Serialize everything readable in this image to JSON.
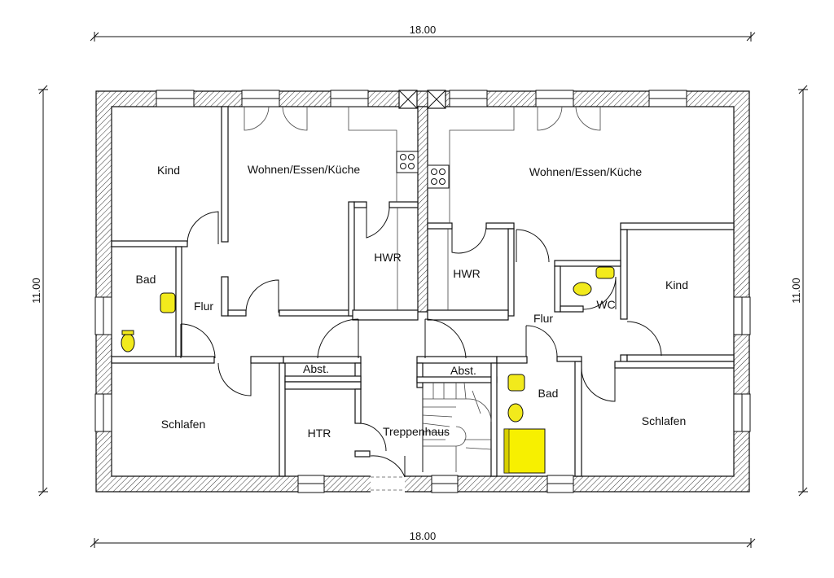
{
  "dimensions": {
    "top": "18.00",
    "bottom": "18.00",
    "left": "11.00",
    "right": "11.00"
  },
  "rooms": {
    "kind_left": "Kind",
    "wohnen_left": "Wohnen/Essen/Küche",
    "wohnen_right": "Wohnen/Essen/Küche",
    "bad_left": "Bad",
    "flur_left": "Flur",
    "hwr_left": "HWR",
    "hwr_right": "HWR",
    "kind_right": "Kind",
    "flur_right": "Flur",
    "wc_right": "WC",
    "abst_left": "Abst.",
    "abst_right": "Abst.",
    "bad_right": "Bad",
    "schlafen_left": "Schlafen",
    "htr": "HTR",
    "treppenhaus": "Treppenhaus",
    "schlafen_right": "Schlafen"
  },
  "colors": {
    "fixtures": "#f2ea1c",
    "bathtub": "#f7f000",
    "wall_line": "#111111"
  }
}
